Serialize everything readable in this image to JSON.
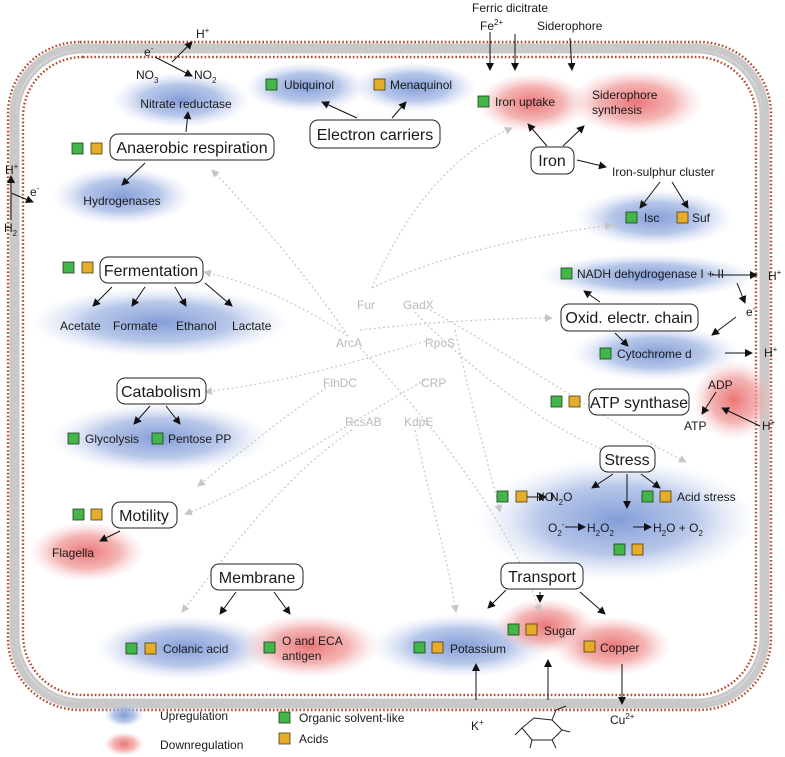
{
  "colors": {
    "upregulation": "#8fa8dc",
    "downregulation": "#ec8a8a",
    "organic_solvent_like": "#43b649",
    "acids": "#e6ad2a",
    "membrane_dots": "#b5472e",
    "regulator_text": "#b9b9b9"
  },
  "external": {
    "ferric_dicitrate": "Ferric dicitrate",
    "fe": "Fe",
    "fe_sup": "2+",
    "siderophore": "Siderophore",
    "h_top": "H",
    "h_left": "H",
    "e_left": "e",
    "h2": "H",
    "h2_sub": "2",
    "k": "K",
    "cu": "Cu",
    "cu_sup": "2+",
    "plus": "+",
    "minus": "-"
  },
  "headers": {
    "anaerobic_respiration": "Anaerobic respiration",
    "electron_carriers": "Electron carriers",
    "iron": "Iron",
    "fermentation": "Fermentation",
    "oxid_electr_chain": "Oxid. electr. chain",
    "catabolism": "Catabolism",
    "atp_synthase": "ATP synthase",
    "stress": "Stress",
    "motility": "Motility",
    "membrane": "Membrane",
    "transport": "Transport"
  },
  "labels": {
    "nitrate_reductase": "Nitrate reductase",
    "no3": "NO",
    "no3_sub": "3",
    "no2": "NO",
    "no2_sub": "2",
    "e_nitrate": "e",
    "hydrogenases": "Hydrogenases",
    "ubiquinol": "Ubiquinol",
    "menaquinol": "Menaquinol",
    "iron_uptake": "Iron uptake",
    "siderophore_synthesis_1": "Siderophore",
    "siderophore_synthesis_2": "synthesis",
    "iron_sulphur_cluster": "Iron-sulphur cluster",
    "isc": "Isc",
    "suf": "Suf",
    "acetate": "Acetate",
    "formate": "Formate",
    "ethanol": "Ethanol",
    "lactate": "Lactate",
    "nadh_dehydrogenase": "NADH dehydrogenase I + II",
    "h_nadh": "H",
    "e_chain": "e",
    "cytochrome_d": "Cytochrome d",
    "h_cyto": "H",
    "adp": "ADP",
    "atp": "ATP",
    "h_atp": "H",
    "glycolysis": "Glycolysis",
    "pentose_pp": "Pentose PP",
    "no": "NO",
    "n2o": "N",
    "n2o_sub": "2",
    "n2o_o": "O",
    "acid_stress": "Acid stress",
    "o2_lead": "O",
    "o2_sub": "2",
    "h2o2_h": "H",
    "h2o2_o": "O",
    "h2o_tail_h": "H",
    "h2o_tail_o": "O + O",
    "flagella": "Flagella",
    "colanic_acid": "Colanic acid",
    "o_eca_1": "O and ECA",
    "o_eca_2": "antigen",
    "potassium": "Potassium",
    "sugar": "Sugar",
    "copper": "Copper"
  },
  "regulators": {
    "fur": "Fur",
    "gadx": "GadX",
    "arca": "ArcA",
    "rpos": "RpoS",
    "flhdc": "FlhDC",
    "crp": "CRP",
    "rcsab": "RcsAB",
    "kdpe": "KdpE"
  },
  "legend": {
    "upregulation": "Upregulation",
    "downregulation": "Downregulation",
    "organic_solvent_like": "Organic solvent-like",
    "acids": "Acids"
  }
}
